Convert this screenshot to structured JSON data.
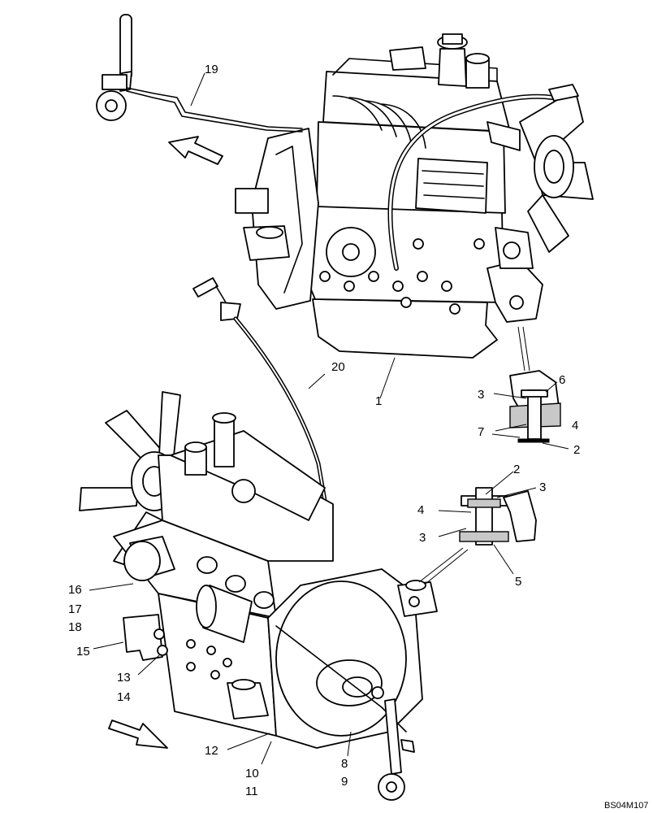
{
  "diagram": {
    "figure_code": "BS04M107",
    "callouts": {
      "c1": "1",
      "c2a": "2",
      "c2b": "2",
      "c3a": "3",
      "c3b": "3",
      "c3c": "3",
      "c4a": "4",
      "c4b": "4",
      "c5": "5",
      "c6": "6",
      "c7": "7",
      "c8": "8",
      "c9": "9",
      "c10": "10",
      "c11": "11",
      "c12": "12",
      "c13": "13",
      "c14": "14",
      "c15": "15",
      "c16": "16",
      "c17": "17",
      "c18": "18",
      "c19": "19",
      "c20": "20"
    }
  }
}
